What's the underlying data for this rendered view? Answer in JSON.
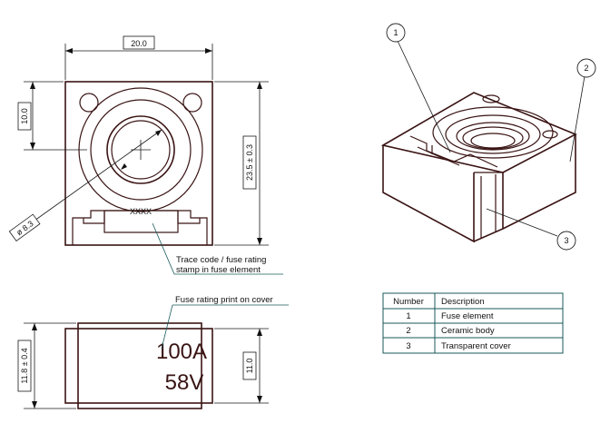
{
  "top_view": {
    "dim_width": "20.0",
    "dim_height_upper": "10.0",
    "dim_height_total": "23.5 ± 0.3",
    "dim_diameter": "ø 8.3",
    "stamp_text": "XXXX",
    "note_line1": "Trace code / fuse rating",
    "note_line2": "stamp in fuse element"
  },
  "side_view": {
    "note": "Fuse rating print on cover",
    "current_rating": "100A",
    "voltage_rating": "58V",
    "dim_height_total": "11.8 ± 0.4",
    "dim_height_body": "11.0"
  },
  "iso_view": {
    "balloons": [
      "1",
      "2",
      "3"
    ]
  },
  "parts_table": {
    "headers": [
      "Number",
      "Description"
    ],
    "rows": [
      {
        "number": "1",
        "description": "Fuse element"
      },
      {
        "number": "2",
        "description": "Ceramic body"
      },
      {
        "number": "3",
        "description": "Transparent cover"
      }
    ]
  }
}
